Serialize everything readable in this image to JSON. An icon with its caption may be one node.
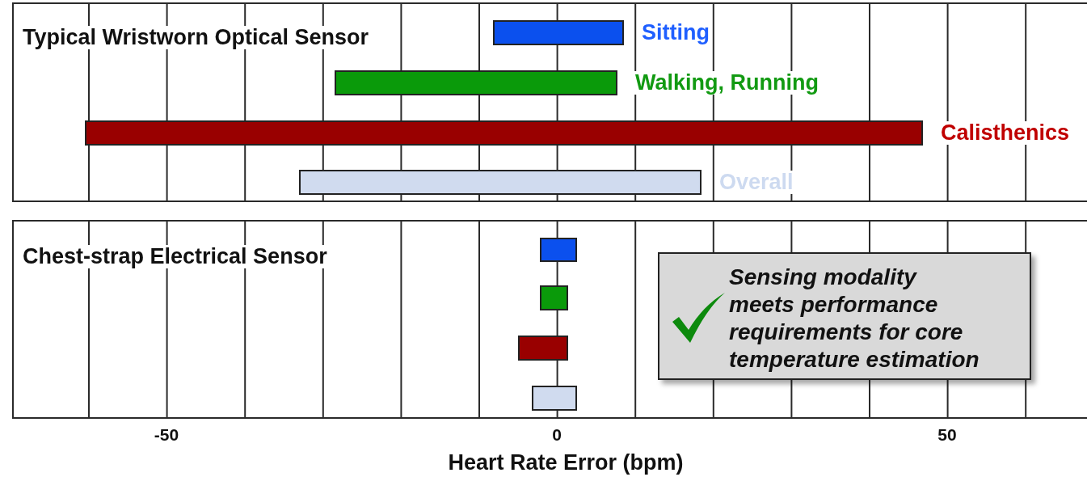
{
  "diagram": {
    "nodes": [
      {
        "text": [
          "Typical Wristworn Optical Sensor"
        ]
      },
      {
        "text": [],
        "shape": "bar",
        "in": 0,
        "beside": [
          "Sitting"
        ]
      },
      {
        "text": [],
        "shape": "bar",
        "in": 0,
        "beside": [
          "Walking, Running"
        ]
      },
      {
        "text": [],
        "shape": "bar",
        "in": 0,
        "beside": [
          "Calisthenics"
        ]
      },
      {
        "text": [],
        "shape": "bar",
        "in": 0,
        "beside": [
          "Overall"
        ]
      },
      {
        "text": [
          "Chest-strap Electrical Sensor"
        ]
      },
      {
        "text": [],
        "shape": "bar",
        "in": 5
      },
      {
        "text": [],
        "shape": "bar",
        "in": 5
      },
      {
        "text": [],
        "shape": "bar",
        "in": 5
      },
      {
        "text": [],
        "shape": "bar",
        "in": 5
      },
      {
        "text": [
          "Sensing modality meets performance requirements for core temperature estimation"
        ],
        "in": 5
      }
    ],
    "labels": [
      "-50",
      "0",
      "50",
      "Heart Rate Error (bpm)"
    ]
  }
}
